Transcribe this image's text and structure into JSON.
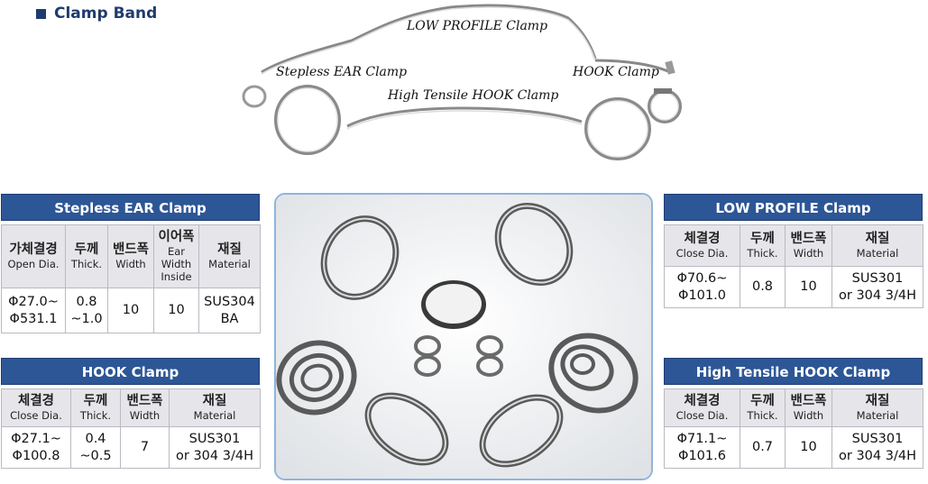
{
  "header": {
    "title": "Clamp Band"
  },
  "car_labels": {
    "low_profile": "LOW PROFILE Clamp",
    "stepless_ear": "Stepless EAR Clamp",
    "hook": "HOOK Clamp",
    "high_tensile_hook": "High Tensile HOOK Clamp"
  },
  "tables": {
    "stepless_ear": {
      "title": "Stepless EAR Clamp",
      "headers": [
        {
          "ko": "가체결경",
          "en": "Open Dia."
        },
        {
          "ko": "두께",
          "en": "Thick."
        },
        {
          "ko": "밴드폭",
          "en": "Width"
        },
        {
          "ko": "이어폭",
          "en": "Ear Width Inside"
        },
        {
          "ko": "재질",
          "en": "Material"
        }
      ],
      "row": [
        "Φ27.0~\nΦ531.1",
        "0.8\n~1.0",
        "10",
        "10",
        "SUS304\nBA"
      ]
    },
    "hook": {
      "title": "HOOK Clamp",
      "headers": [
        {
          "ko": "체결경",
          "en": "Close Dia."
        },
        {
          "ko": "두께",
          "en": "Thick."
        },
        {
          "ko": "밴드폭",
          "en": "Width"
        },
        {
          "ko": "재질",
          "en": "Material"
        }
      ],
      "row": [
        "Φ27.1~\nΦ100.8",
        "0.4\n~0.5",
        "7",
        "SUS301\nor 304 3/4H"
      ]
    },
    "low_profile": {
      "title": "LOW PROFILE Clamp",
      "headers": [
        {
          "ko": "체결경",
          "en": "Close Dia."
        },
        {
          "ko": "두께",
          "en": "Thick."
        },
        {
          "ko": "밴드폭",
          "en": "Width"
        },
        {
          "ko": "재질",
          "en": "Material"
        }
      ],
      "row": [
        "Φ70.6~\nΦ101.0",
        "0.8",
        "10",
        "SUS301\nor 304 3/4H"
      ]
    },
    "high_tensile_hook": {
      "title": "High Tensile HOOK Clamp",
      "headers": [
        {
          "ko": "체결경",
          "en": "Close Dia."
        },
        {
          "ko": "두께",
          "en": "Thick."
        },
        {
          "ko": "밴드폭",
          "en": "Width"
        },
        {
          "ko": "재질",
          "en": "Material"
        }
      ],
      "row": [
        "Φ71.1~\nΦ101.6",
        "0.7",
        "10",
        "SUS301\nor 304 3/4H"
      ]
    }
  }
}
